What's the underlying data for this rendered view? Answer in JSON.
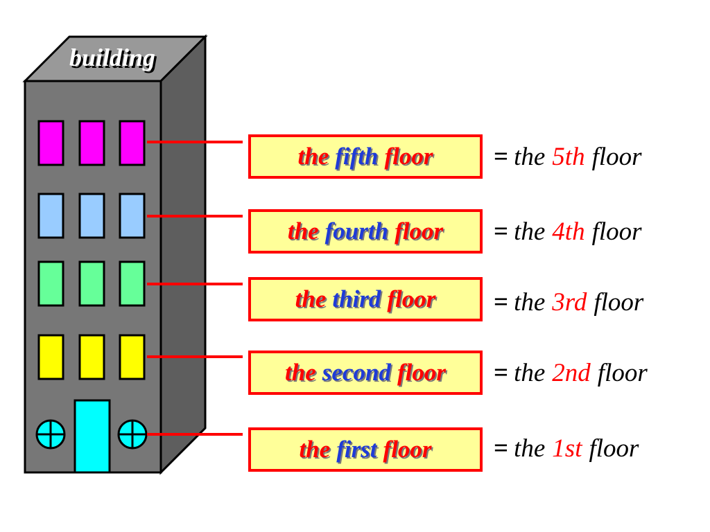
{
  "building": {
    "label": "building",
    "colors": {
      "front": "#777777",
      "side": "#5e5e5e",
      "roof": "#999999",
      "outline": "#000000",
      "connector": "#ff0000",
      "door": "#00ffff",
      "porthole": "#00ffff"
    }
  },
  "floors": [
    {
      "key": "fifth",
      "word_the": "the",
      "ordinal_word": "fifth",
      "word_floor": "floor",
      "eq_sign": "=",
      "eq_the": "the",
      "eq_number": "5th",
      "eq_floor": "floor",
      "window_color": "#ff00ff"
    },
    {
      "key": "fourth",
      "word_the": "the",
      "ordinal_word": "fourth",
      "word_floor": "floor",
      "eq_sign": "=",
      "eq_the": "the",
      "eq_number": "4th",
      "eq_floor": "floor",
      "window_color": "#99ccff"
    },
    {
      "key": "third",
      "word_the": "the",
      "ordinal_word": "third",
      "word_floor": "floor",
      "eq_sign": "=",
      "eq_the": "the",
      "eq_number": "3rd",
      "eq_floor": "floor",
      "window_color": "#66ff99"
    },
    {
      "key": "second",
      "word_the": "the",
      "ordinal_word": "second",
      "word_floor": "floor",
      "eq_sign": "=",
      "eq_the": "the",
      "eq_number": "2nd",
      "eq_floor": "floor",
      "window_color": "#ffff00"
    },
    {
      "key": "first",
      "word_the": "the",
      "ordinal_word": "first",
      "word_floor": "floor",
      "eq_sign": "=",
      "eq_the": "the",
      "eq_number": "1st",
      "eq_floor": "floor",
      "window_color": "#00ffff"
    }
  ]
}
